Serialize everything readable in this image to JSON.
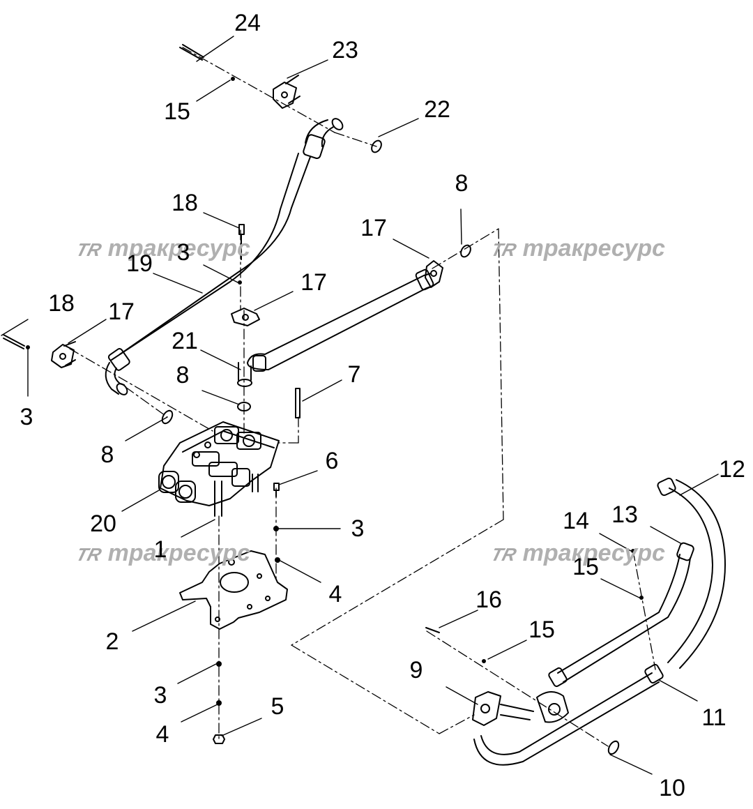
{
  "watermark": {
    "logo": "TR",
    "text": "тракресурс"
  },
  "callouts": [
    "24",
    "23",
    "15",
    "22",
    "18",
    "8",
    "17",
    "3",
    "19",
    "18",
    "17",
    "17",
    "21",
    "3",
    "8",
    "7",
    "8",
    "6",
    "20",
    "3",
    "1",
    "4",
    "2",
    "3",
    "4",
    "5",
    "12",
    "14",
    "13",
    "15",
    "16",
    "15",
    "9",
    "11",
    "10"
  ]
}
